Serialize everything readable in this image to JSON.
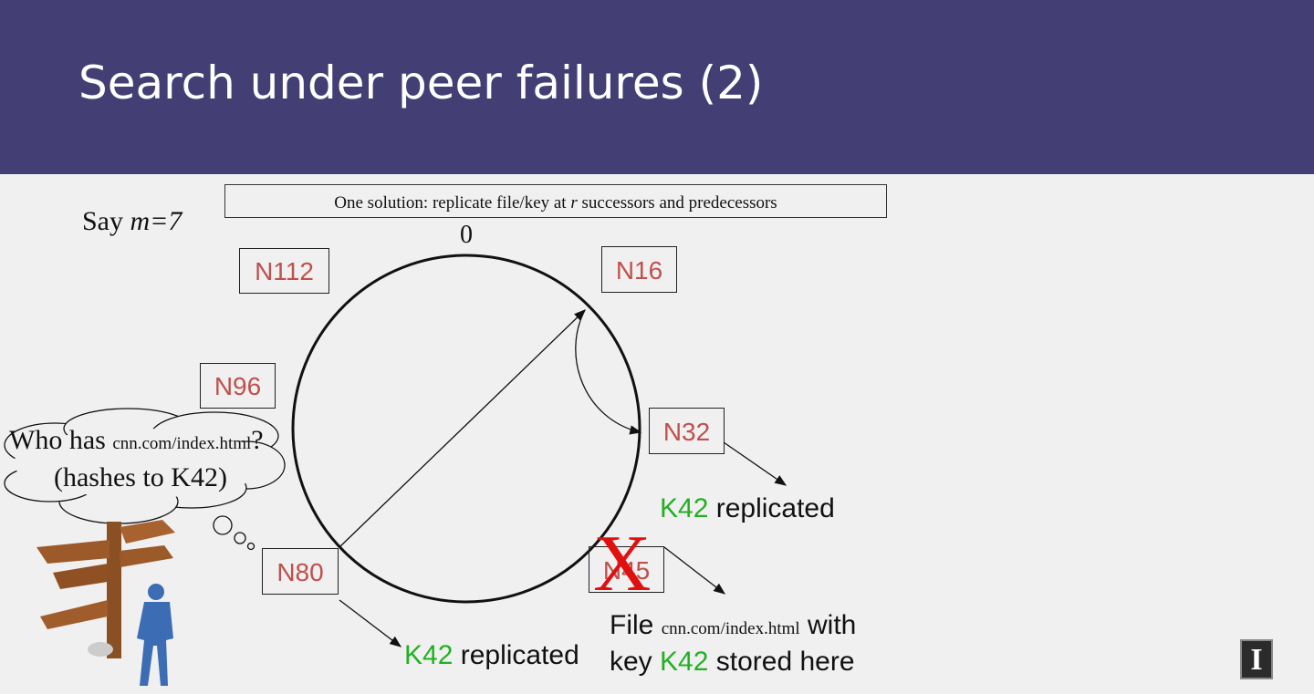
{
  "slide": {
    "title": "Search under peer failures (2)",
    "solution": {
      "prefix": "One solution: replicate file/key at ",
      "var": "r",
      "suffix": " successors and predecessors"
    },
    "say": {
      "prefix": "Say ",
      "expr": "m=7"
    },
    "ring_zero": "0",
    "nodes": {
      "n112": "N112",
      "n16": "N16",
      "n96": "N96",
      "n32": "N32",
      "n80": "N80",
      "n45": "N45"
    },
    "replicated_32": {
      "key": "K42",
      "text": " replicated"
    },
    "replicated_80": {
      "key": "K42",
      "text": " replicated"
    },
    "stored": {
      "file_word": "File ",
      "file": "cnn.com/index.html",
      "with": " with",
      "key_word": "key ",
      "key": "K42",
      "stored_text": " stored here"
    },
    "question": {
      "who": "Who has ",
      "file": "cnn.com/index.html",
      "qmark": "?",
      "hash_line": "(hashes to K42)"
    },
    "failed_mark": "X",
    "logo": "I",
    "colors": {
      "header": "#433f74",
      "node_text": "#c0504d",
      "key_green": "#22b022",
      "fail_red": "#e01010"
    }
  }
}
